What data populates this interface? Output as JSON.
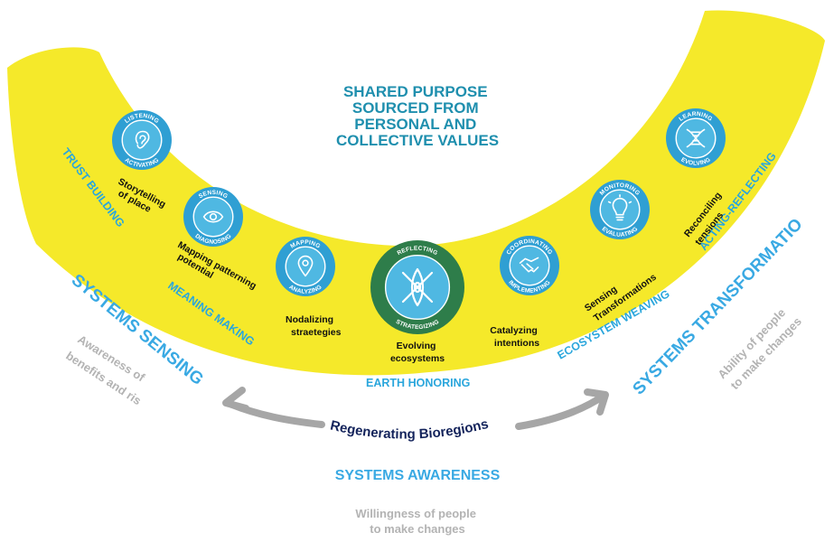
{
  "shared_purpose": {
    "lines": [
      "SHARED PURPOSE",
      "SOURCED FROM",
      "PERSONAL AND",
      "COLLECTIVE VALUES"
    ]
  },
  "bands": {
    "trust_building": "TRUST BUILDING",
    "meaning_making": "MEANING MAKING",
    "earth_honoring": "EARTH HONORING",
    "ecosystem_weaving": "ECOSYSTEM WEAVING",
    "acting_reflecting": "ACTING-REFLECTING"
  },
  "nodes": [
    {
      "top": "LISTENING",
      "bottom": "ACTIVATING",
      "icon": "ear-icon",
      "caption": [
        "Storytelling",
        "of place"
      ]
    },
    {
      "top": "SENSING",
      "bottom": "DIAGNOSING",
      "icon": "eye-icon",
      "caption": [
        "Mapping patterning",
        "potential"
      ]
    },
    {
      "top": "MAPPING",
      "bottom": "ANALYZING",
      "icon": "map-pin-icon",
      "caption": [
        "Nodalizing",
        "straetegies"
      ]
    },
    {
      "top": "REFLECTING",
      "bottom": "STRATEGIZING",
      "icon": "kayak-icon",
      "caption": [
        "Evolving",
        "ecosystems"
      ]
    },
    {
      "top": "COORDINATING",
      "bottom": "IMPLEMENTING",
      "icon": "handshake-icon",
      "caption": [
        "Catalyzing",
        "intentions"
      ]
    },
    {
      "top": "MONITORING",
      "bottom": "EVALUATING",
      "icon": "lightbulb-icon",
      "caption": [
        "Sensing",
        "Transformations"
      ]
    },
    {
      "top": "LEARNING",
      "bottom": "EVOLVING",
      "icon": "dna-icon",
      "caption": [
        "Reconciling",
        "tensions"
      ]
    }
  ],
  "systems": {
    "sensing": "SYSTEMS SENSING",
    "sensing_sub": [
      "Awareness of",
      "benefits and risks"
    ],
    "transformation": "SYSTEMS TRANSFORMATION",
    "transformation_sub": [
      "Ability of people",
      "to make changes"
    ],
    "center": "Regenerating Bioregions",
    "awareness": "SYSTEMS AWARENESS",
    "awareness_sub": [
      "Willingness of people",
      "to make changes"
    ]
  },
  "colors": {
    "band": "#f5e92a",
    "circle": "#2f9fd3",
    "circle_inner": "#4fb8e2",
    "center_circle": "#2e7d4a",
    "title": "#1f8fae",
    "blue_label": "#39a9e3",
    "grey_text": "#b3b3b3",
    "navy": "#13235b"
  }
}
